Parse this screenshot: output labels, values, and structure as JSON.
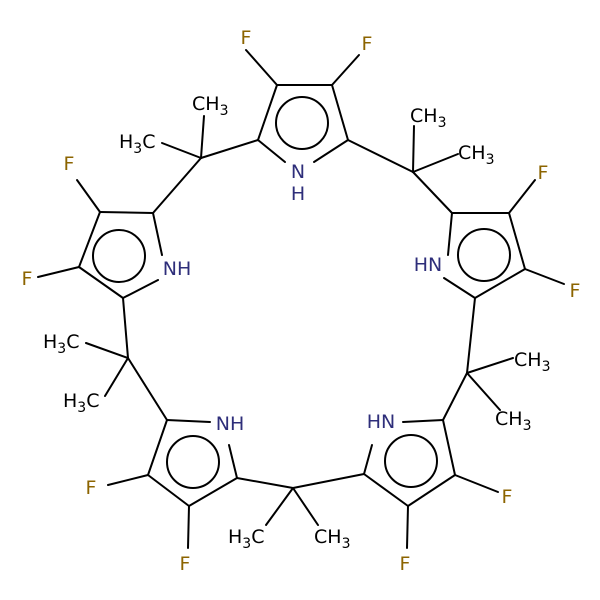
{
  "colors": {
    "bond": "#000000",
    "fluorine": "#8C6400",
    "nitrogen": "#2E2E7A",
    "carbon_label": "#000000",
    "background": "#ffffff"
  },
  "labels": {
    "f": "F",
    "nh": "NH",
    "hn": "HN",
    "n": "N",
    "h": "H",
    "ch3_main": "CH",
    "ch3_sub": "3",
    "h3c_h": "H",
    "h3c_sub": "3",
    "h3c_c": "C"
  }
}
